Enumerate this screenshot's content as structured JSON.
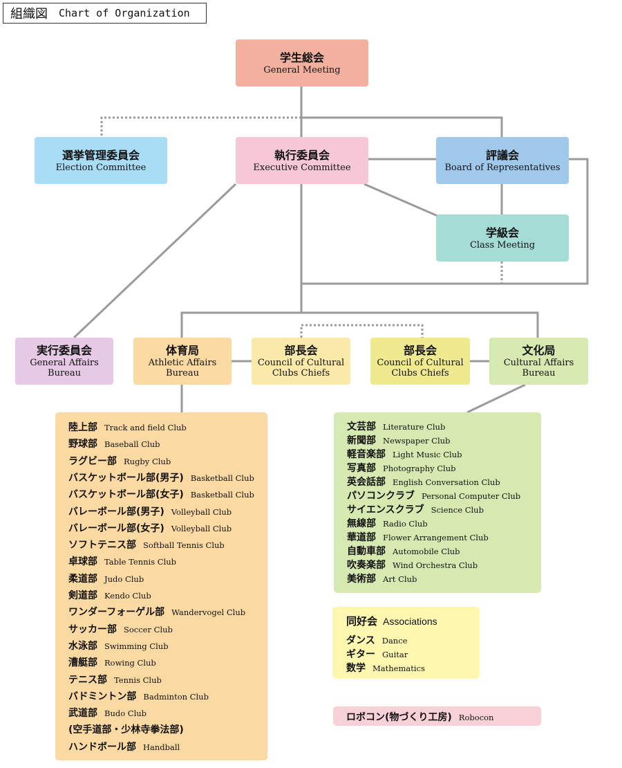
{
  "title": {
    "jp": "組織図",
    "en": "Chart of Organization"
  },
  "nodes": {
    "general_meeting": {
      "jp": "学生総会",
      "en": "General Meeting"
    },
    "election": {
      "jp": "選挙管理委員会",
      "en": "Election Committee"
    },
    "executive": {
      "jp": "執行委員会",
      "en": "Executive Committee"
    },
    "board": {
      "jp": "評議会",
      "en": "Board of Representatives"
    },
    "class_meeting": {
      "jp": "学級会",
      "en": "Class Meeting"
    },
    "general_affairs": {
      "jp": "実行委員会",
      "en1": "General Affairs",
      "en2": "Bureau"
    },
    "athletic": {
      "jp": "体育局",
      "en1": "Athletic Affairs",
      "en2": "Bureau"
    },
    "council1": {
      "jp": "部長会",
      "en1": "Council of Cultural",
      "en2": "Clubs Chiefs"
    },
    "council2": {
      "jp": "部長会",
      "en1": "Council of Cultural",
      "en2": "Clubs Chiefs"
    },
    "cultural": {
      "jp": "文化局",
      "en1": "Cultural Affairs",
      "en2": "Bureau"
    }
  },
  "athletic_clubs": [
    {
      "jp": "陸上部",
      "en": "Track and field Club"
    },
    {
      "jp": "野球部",
      "en": "Baseball Club"
    },
    {
      "jp": "ラグビー部",
      "en": "Rugby Club"
    },
    {
      "jp": "バスケットボール部(男子)",
      "en": "Basketball Club"
    },
    {
      "jp": "バスケットボール部(女子)",
      "en": "Basketball Club"
    },
    {
      "jp": "バレーボール部(男子)",
      "en": "Volleyball Club"
    },
    {
      "jp": "バレーボール部(女子)",
      "en": "Volleyball Club"
    },
    {
      "jp": "ソフトテニス部",
      "en": "Softball Tennis Club"
    },
    {
      "jp": "卓球部",
      "en": "Table Tennis Club"
    },
    {
      "jp": "柔道部",
      "en": "Judo Club"
    },
    {
      "jp": "剣道部",
      "en": "Kendo Club"
    },
    {
      "jp": "ワンダーフォーゲル部",
      "en": "Wandervogel Club"
    },
    {
      "jp": "サッカー部",
      "en": "Soccer Club"
    },
    {
      "jp": "水泳部",
      "en": "Swimming Club"
    },
    {
      "jp": "漕艇部",
      "en": "Rowing Club"
    },
    {
      "jp": "テニス部",
      "en": "Tennis Club"
    },
    {
      "jp": "バドミントン部",
      "en": "Badminton Club"
    },
    {
      "jp": "武道部",
      "en": "Budo Club"
    },
    {
      "jp": "(空手道部・少林寺拳法部)",
      "en": ""
    },
    {
      "jp": "ハンドボール部",
      "en": "Handball"
    }
  ],
  "cultural_clubs": [
    {
      "jp": "文芸部",
      "en": "Literature Club"
    },
    {
      "jp": "新聞部",
      "en": "Newspaper Club"
    },
    {
      "jp": "軽音楽部",
      "en": "Light Music Club"
    },
    {
      "jp": "写真部",
      "en": "Photography Club"
    },
    {
      "jp": "英会話部",
      "en": "English Conversation Club"
    },
    {
      "jp": "パソコンクラブ",
      "en": "Personal Computer Club"
    },
    {
      "jp": "サイエンスクラブ",
      "en": "Science Club"
    },
    {
      "jp": "無線部",
      "en": "Radio Club"
    },
    {
      "jp": "華道部",
      "en": "Flower Arrangement Club"
    },
    {
      "jp": "自動車部",
      "en": "Automobile Club"
    },
    {
      "jp": "吹奏楽部",
      "en": "Wind Orchestra Club"
    },
    {
      "jp": "美術部",
      "en": "Art Club"
    }
  ],
  "associations": {
    "jp": "同好会",
    "en": "Associations",
    "items": [
      {
        "jp": "ダンス",
        "en": "Dance"
      },
      {
        "jp": "ギター",
        "en": "Guitar"
      },
      {
        "jp": "数学",
        "en": "Mathematics"
      }
    ]
  },
  "robocon": {
    "jp": "ロボコン(物づくり工房)",
    "en": "Robocon"
  },
  "colors": {
    "general_meeting": "#f4b09e",
    "election": "#a9dcf5",
    "executive": "#f6c7d6",
    "board": "#9fc8ea",
    "class_meeting": "#a5dcd6",
    "general_affairs": "#e6c9e4",
    "athletic": "#fbd9a3",
    "council1": "#fbe9a9",
    "council2": "#efe98f",
    "cultural": "#d6e9b0",
    "athletic_list": "#fbd9a3",
    "cultural_list": "#d6e9b0",
    "associations": "#fdf7b0",
    "robocon": "#f8d0d8",
    "line": "#999999"
  }
}
